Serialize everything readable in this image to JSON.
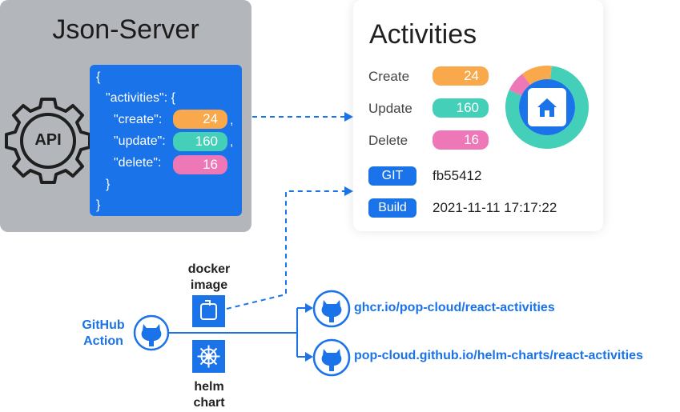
{
  "server": {
    "title": "Json-Server",
    "api_label": "API",
    "json": {
      "open_brace": "{",
      "key_activities": "\"activities\": {",
      "key_create": "\"create\":",
      "key_update": "\"update\":",
      "key_delete": "\"delete\":",
      "comma": ",",
      "inner_close": "}",
      "outer_close": "}"
    }
  },
  "card": {
    "title": "Activities",
    "metrics": [
      {
        "label": "Create",
        "value": "24"
      },
      {
        "label": "Update",
        "value": "160"
      },
      {
        "label": "Delete",
        "value": "16"
      }
    ],
    "git_tag": "GIT",
    "git_value": "fb55412",
    "build_tag": "Build",
    "build_value": "2021-11-11 17:17:22"
  },
  "donut": {
    "values": [
      24,
      160,
      16
    ],
    "colors": [
      "#f9a94b",
      "#43cfb8",
      "#ee77b8"
    ]
  },
  "pipeline": {
    "github_action_line1": "GitHub",
    "github_action_line2": "Action",
    "docker_line1": "docker",
    "docker_line2": "image",
    "helm_line1": "helm",
    "helm_line2": "chart",
    "repo_1": "ghcr.io/pop-cloud/react-activities",
    "repo_2": "pop-cloud.github.io/helm-charts/react-activities"
  },
  "colors": {
    "blue": "#1a73e8",
    "orange": "#f9a94b",
    "teal": "#43cfb8",
    "pink": "#ee77b8",
    "panel_gray": "#b3b6bb"
  }
}
